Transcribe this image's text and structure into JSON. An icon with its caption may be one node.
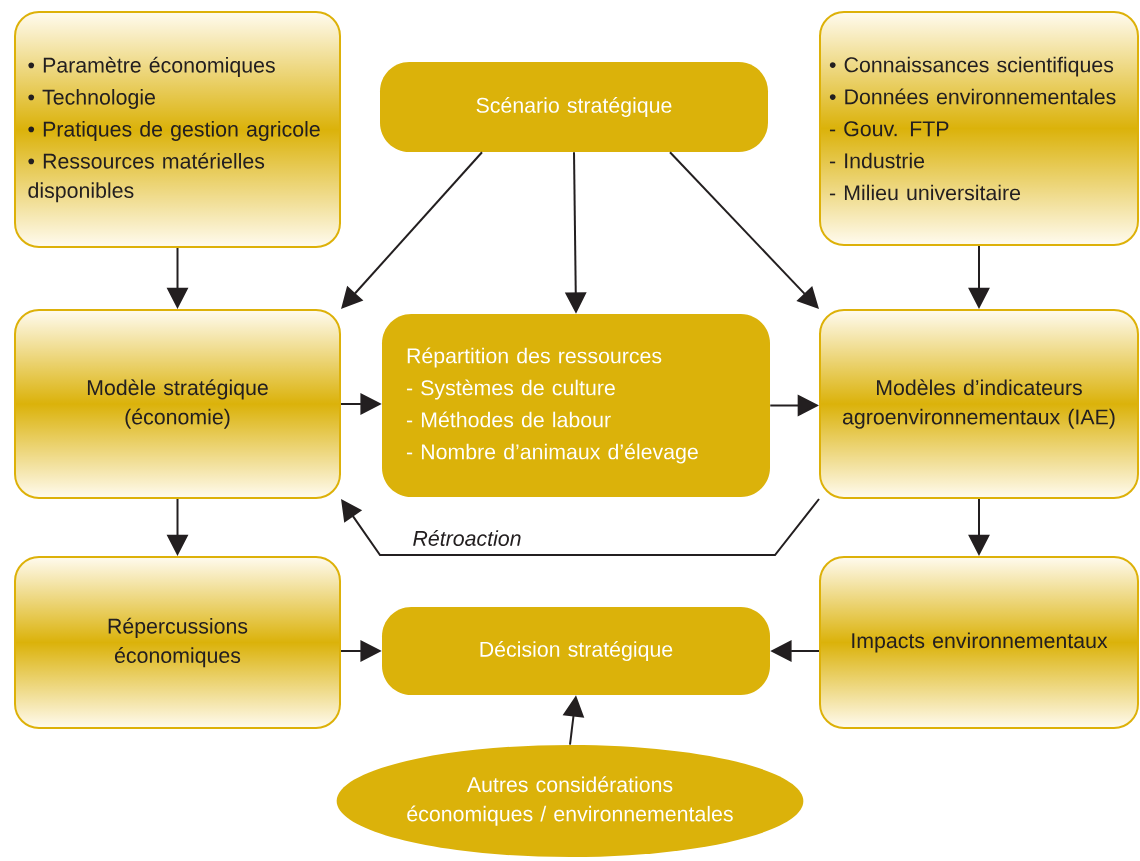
{
  "diagram": {
    "nodes": [
      {
        "text": [
          "• Paramètre économiques",
          "• Technologie",
          "• Pratiques de gestion agricole",
          "• Ressources matérielles disponibles"
        ]
      },
      {
        "text": [
          "Scénario stratégique"
        ]
      },
      {
        "text": [
          "• Connaissances scientifiques",
          "• Données environnementales",
          "- Gouv. FTP",
          "- Industrie",
          "- Milieu universitaire"
        ]
      },
      {
        "text": [
          "Modèle stratégique (économie)"
        ]
      },
      {
        "text": [
          "Répartition des ressources",
          "- Systèmes de culture",
          "- Méthodes de labour",
          "- Nombre d’animaux d’élevage"
        ]
      },
      {
        "text": [
          "Modèles d’indicateurs agroenvironnementaux (IAE)"
        ]
      },
      {
        "text": [
          "Répercussions économiques"
        ]
      },
      {
        "text": [
          "Décision stratégique"
        ]
      },
      {
        "text": [
          "Impacts environnementaux"
        ]
      },
      {
        "text": [
          "Autres considérations économiques / environnementales"
        ]
      }
    ],
    "edges": [
      {
        "from": 0,
        "to": 3,
        "arrow": "to"
      },
      {
        "from": 1,
        "to": 3,
        "arrow": "to"
      },
      {
        "from": 1,
        "to": 4,
        "arrow": "to"
      },
      {
        "from": 1,
        "to": 5,
        "arrow": "to"
      },
      {
        "from": 2,
        "to": 5,
        "arrow": "to"
      },
      {
        "from": 3,
        "to": 4,
        "arrow": "to"
      },
      {
        "from": 4,
        "to": 5,
        "arrow": "to"
      },
      {
        "from": 5,
        "to": 3,
        "arrow": "to",
        "label": "Rétroaction"
      },
      {
        "from": 3,
        "to": 6,
        "arrow": "to"
      },
      {
        "from": 5,
        "to": 8,
        "arrow": "to"
      },
      {
        "from": 6,
        "to": 7,
        "arrow": "to"
      },
      {
        "from": 8,
        "to": 7,
        "arrow": "to"
      },
      {
        "from": 9,
        "to": 7,
        "arrow": "to"
      }
    ]
  }
}
